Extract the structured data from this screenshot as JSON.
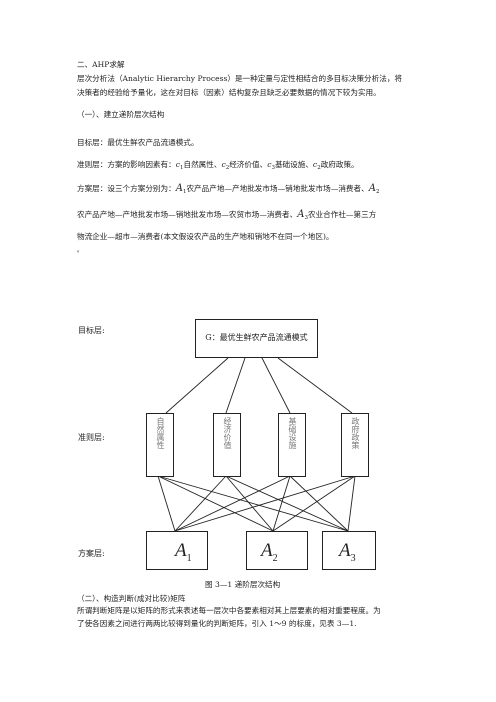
{
  "section_title": "二、AHP求解",
  "intro_line1": "层次分析法（Analytic Hierarchy Process）是一种定量与定性相结合的多目标决策分析法，将",
  "intro_line2": "决策者的经验给予量化，这在对目标（因素）结构复杂且缺乏必要数据的情况下较为实用。",
  "sub1": "（一）、建立递阶层次结构",
  "goal_line": "目标层：最优生鲜农产品流通模式。",
  "criteria_prefix": "准则层：方案的影响因素有：",
  "criteria_items": [
    "c",
    "自然属性、",
    "c",
    "经济价值、",
    "c",
    "基础设施、",
    "c",
    "政府政策。"
  ],
  "criteria_subs": [
    "1",
    "2",
    "3",
    "2"
  ],
  "scheme_line1_prefix": "方案层：设三个方案分别为：",
  "scheme_A1": "A",
  "scheme_A1_sub": "1",
  "scheme_line1_text": "农产品产地—产地批发市场—销地批发市场—消费者、",
  "scheme_A2": "A",
  "scheme_A2_sub": "2",
  "scheme_line2_text": "农产品产地—产地批发市场—销地批发市场—农贸市场—消费者、",
  "scheme_A3": "A",
  "scheme_A3_sub": "3",
  "scheme_line2_tail": "农业合作社—第三方",
  "scheme_line3": "物流企业—超市—消费者(本文假设农产品的生产地和销地不在同一个地区)。",
  "dot": "。",
  "diagram": {
    "goal_label": "目标层:",
    "criteria_label": "准则层:",
    "scheme_label": "方案层:",
    "goal_box": "G：最优生鲜农产品流通模式",
    "criteria": [
      "自然属性",
      "经济价值",
      "基础设施",
      "政府政策"
    ],
    "schemes": [
      {
        "letter": "A",
        "sub": "1"
      },
      {
        "letter": "A",
        "sub": "2"
      },
      {
        "letter": "A",
        "sub": "3"
      }
    ],
    "caption": "图 3—1  递阶层次结构"
  },
  "sub2": "（二）、构造判断(成对比较)矩阵",
  "final_line1": "所谓判断矩阵是以矩阵的形式来表述每一层次中各要素相对其上层要素的相对重要程度。为",
  "final_line2": "了使各因素之间进行两两比较得到量化的判断矩阵，引入 1～9 的标度，见表 3—1."
}
